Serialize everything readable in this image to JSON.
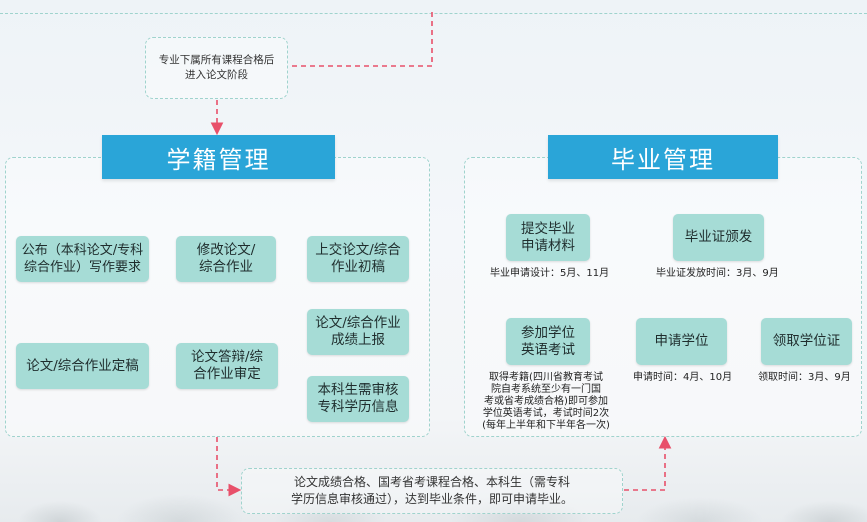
{
  "top_note": {
    "line1": "专业下属所有课程合格后",
    "line2": "进入论文阶段"
  },
  "sections": {
    "enrollment": {
      "title": "学籍管理"
    },
    "graduation": {
      "title": "毕业管理"
    }
  },
  "enrollment_steps": [
    {
      "line1": "公布（本科论文/专科",
      "line2": "综合作业）写作要求"
    },
    {
      "line1": "修改论文/",
      "line2": "综合作业"
    },
    {
      "line1": "上交论文/综合",
      "line2": "作业初稿"
    },
    {
      "line1": "论文/综合作业定稿",
      "line2": ""
    },
    {
      "line1": "论文答辩/综",
      "line2": "合作业审定"
    },
    {
      "line1": "论文/综合作业",
      "line2": "成绩上报"
    },
    {
      "line1": "本科生需审核",
      "line2": "专科学历信息"
    }
  ],
  "graduation_steps": [
    {
      "line1": "提交毕业",
      "line2": "申请材料",
      "caption": "毕业申请设计：5月、11月"
    },
    {
      "line1": "毕业证颁发",
      "line2": "",
      "caption": "毕业证发放时间：3月、9月"
    },
    {
      "line1": "参加学位",
      "line2": "英语考试",
      "caption_lines": [
        "取得考籍(四川省教育考试",
        "院自考系统至少有一门国",
        "考或省考成绩合格)即可参加",
        "学位英语考试，考试时间2次",
        "(每年上半年和下半年各一次)"
      ]
    },
    {
      "line1": "申请学位",
      "line2": "",
      "caption": "申请时间：4月、10月"
    },
    {
      "line1": "领取学位证",
      "line2": "",
      "caption": "领取时间：3月、9月"
    }
  ],
  "bottom_note": {
    "line1": "论文成绩合格、国考省考课程合格、本科生（需专科",
    "line2": "学历信息审核通过），达到毕业条件，即可申请毕业。"
  },
  "colors": {
    "title_bg": "#2aa5d8",
    "step_bg": "#a6dcd6",
    "dash_border": "#9fd3cd",
    "arrow": "#e8506a"
  }
}
